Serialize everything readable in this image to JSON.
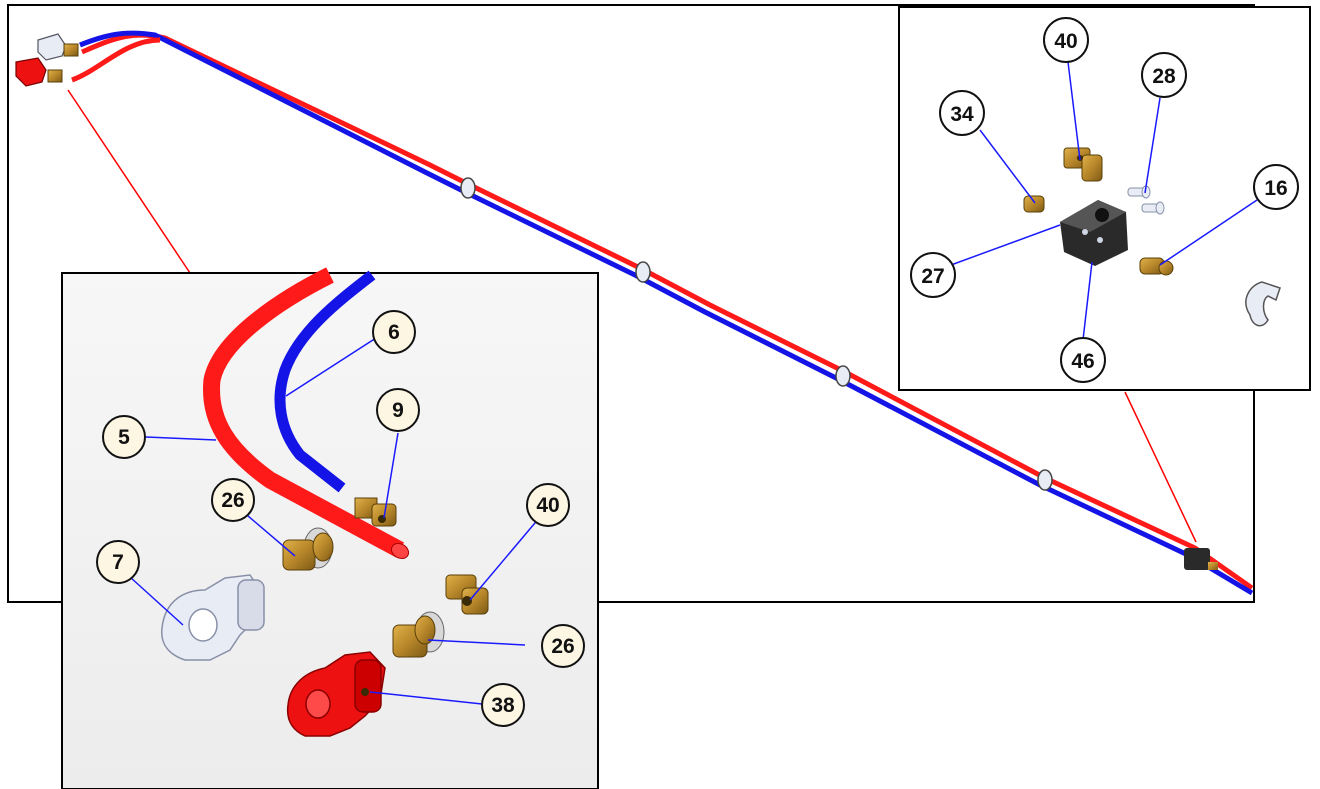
{
  "callouts": {
    "main_inset": [
      "5",
      "6",
      "9",
      "26",
      "7",
      "40",
      "26",
      "38"
    ],
    "junction_inset": [
      "40",
      "28",
      "34",
      "16",
      "27",
      "46"
    ]
  },
  "colors": {
    "hose_red": "#ff1a1a",
    "hose_blue": "#1414e6",
    "leader_line": "#1a1aff",
    "zoom_line": "#ff0000",
    "bubble_fill_main": "#fdf6e3",
    "bubble_fill_junction": "#ffffff",
    "brass": "#b8872a",
    "coupling_red": "#ee1111",
    "coupling_white": "#e8ecf4",
    "block_black": "#2a2a2a"
  },
  "icons": [
    "hose-assembly",
    "brass-elbow-fitting",
    "brass-bulkhead-fitting",
    "gladhand-coupler-blue",
    "gladhand-coupler-red",
    "junction-block",
    "hose-clamp",
    "mounting-screw"
  ]
}
